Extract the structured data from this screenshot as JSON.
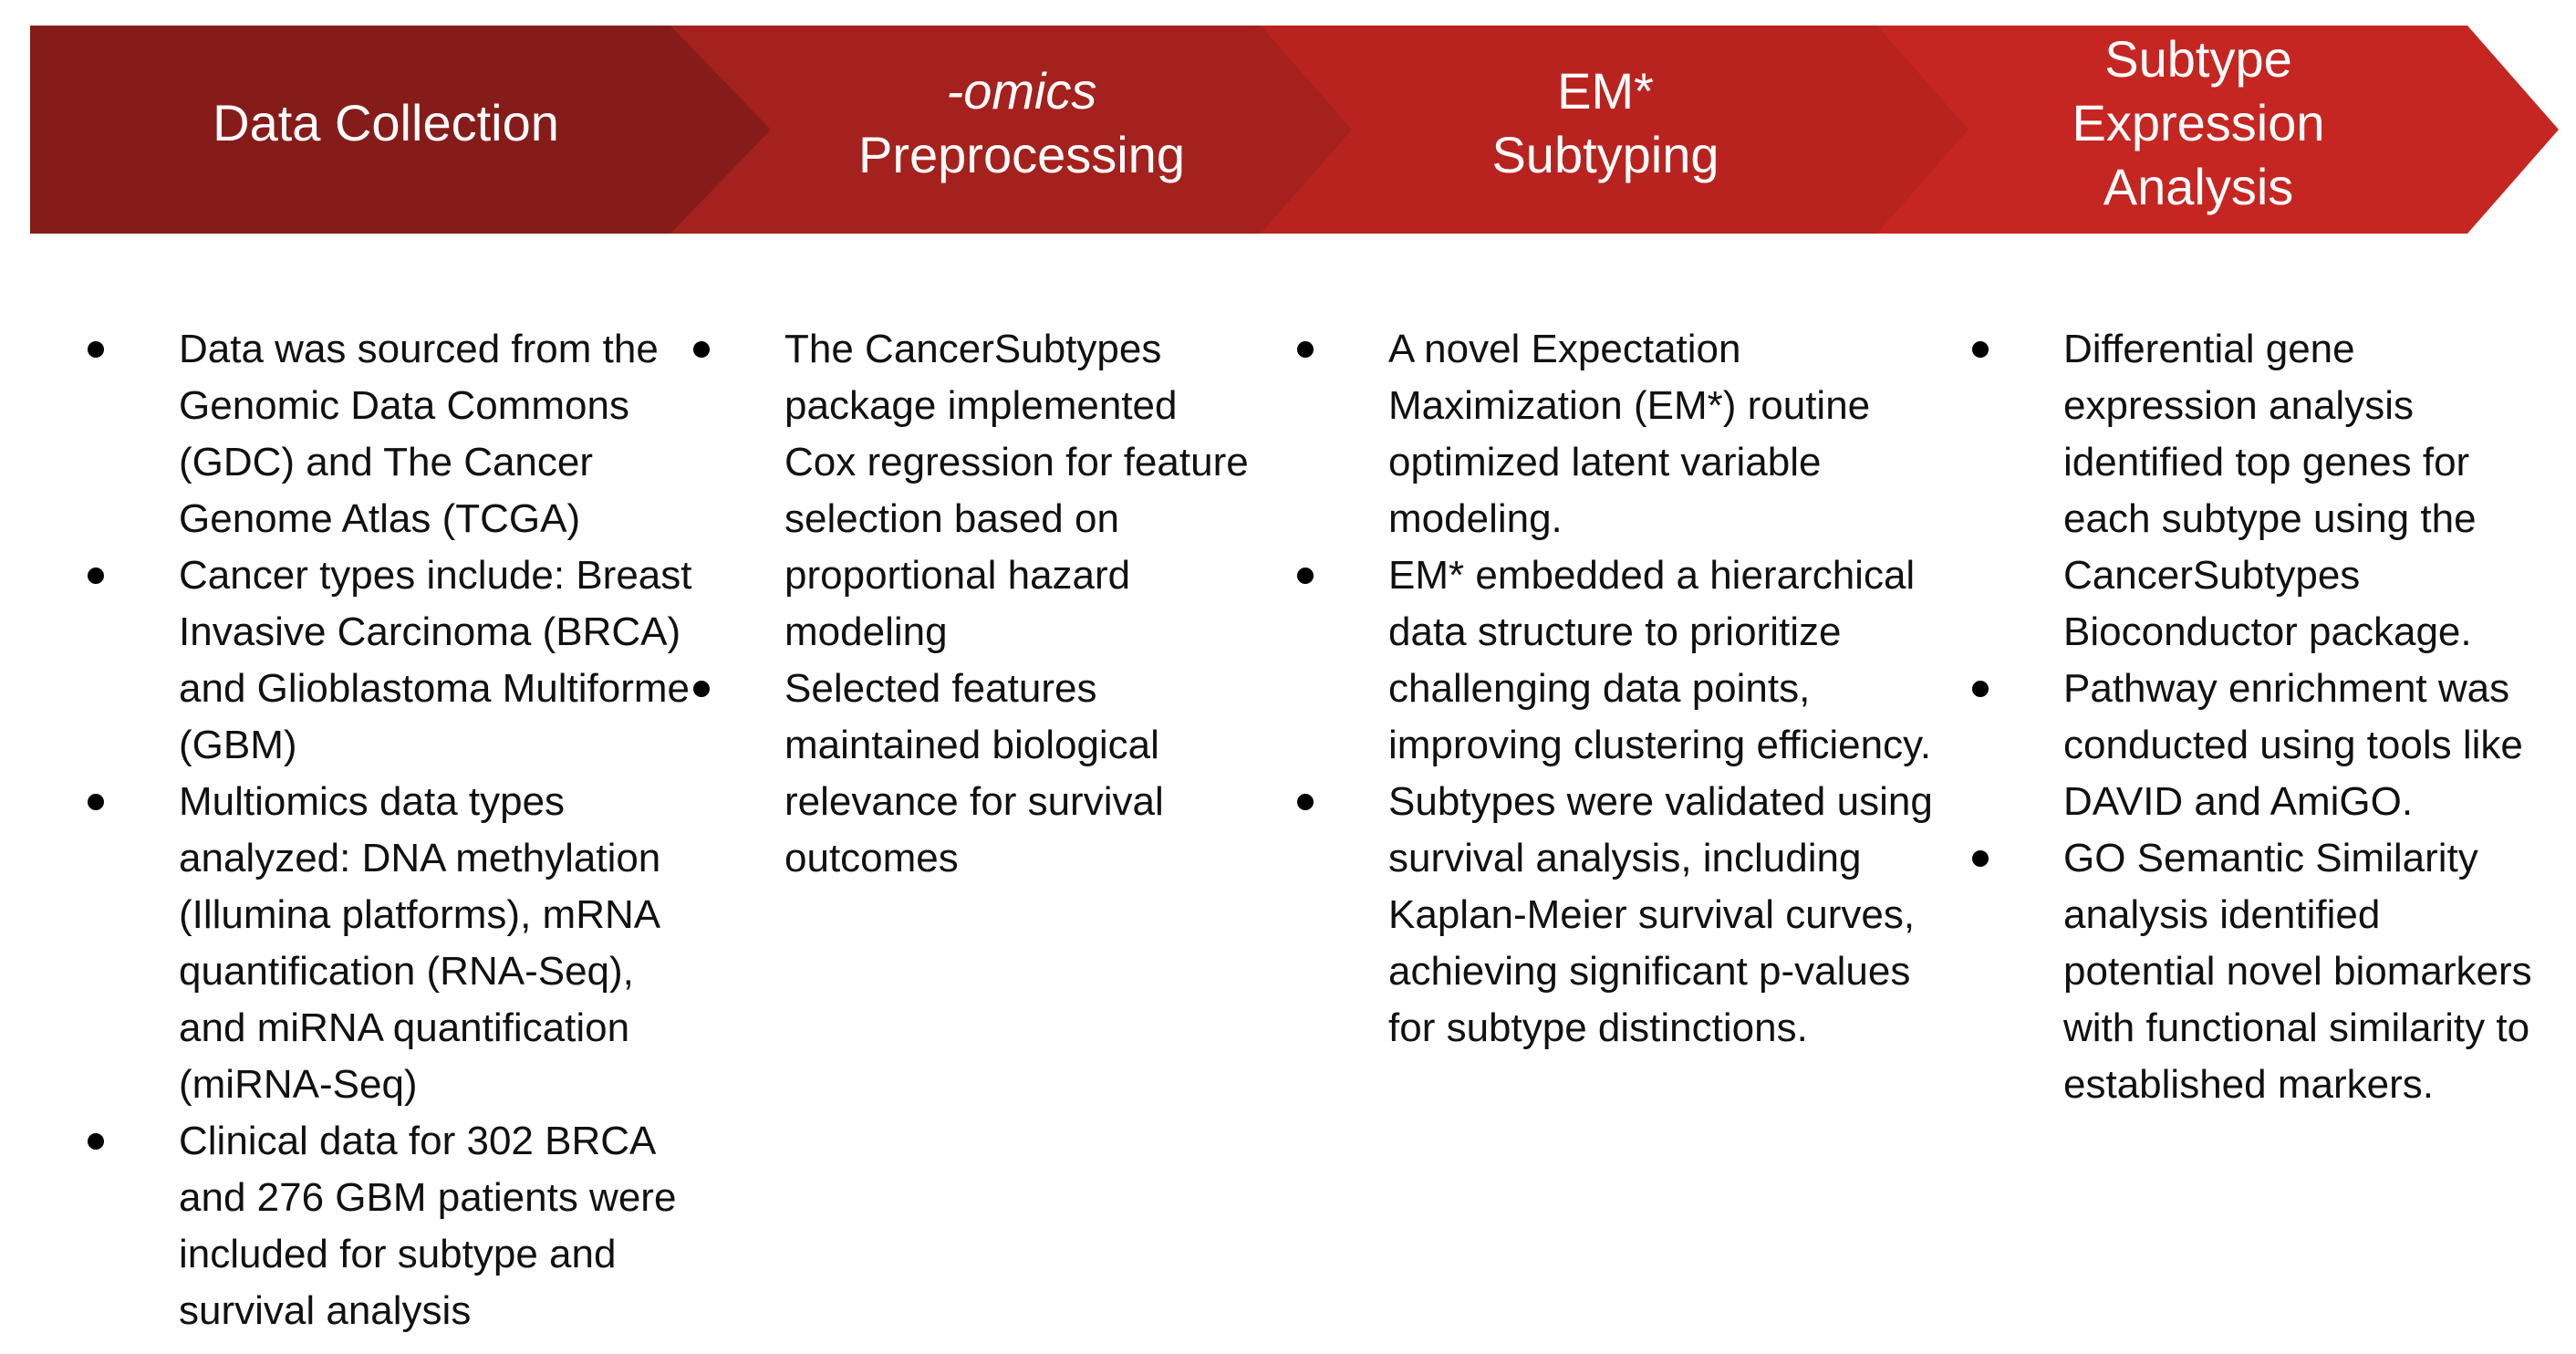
{
  "colors": {
    "stage1": "#861c1a",
    "stage2": "#a5211d",
    "stage3": "#b9231f",
    "stage4": "#c62621",
    "bullet": "#000000",
    "text": "#111111"
  },
  "stages": [
    {
      "title_lines": [
        "Data Collection"
      ],
      "bullets": [
        "Data was sourced from the Genomic Data Commons (GDC) and The Cancer Genome Atlas (TCGA)",
        "Cancer types include: Breast Invasive Carcinoma (BRCA) and Glioblastoma Multiforme (GBM)",
        "Multiomics data types analyzed: DNA methylation (Illumina platforms), mRNA quantification (RNA-Seq), and miRNA quantification (miRNA-Seq)",
        "Clinical data for 302 BRCA and 276 GBM patients were included for subtype and survival analysis"
      ]
    },
    {
      "title_lines": [
        "-omics",
        "Preprocessing"
      ],
      "bullets": [
        "The CancerSubtypes package implemented Cox regression for feature selection based on proportional hazard modeling",
        "Selected features maintained biological relevance for survival outcomes"
      ]
    },
    {
      "title_lines": [
        "EM*",
        "Subtyping"
      ],
      "bullets": [
        "A novel Expectation Maximization (EM*) routine optimized latent variable modeling.",
        "EM* embedded a hierarchical data structure to prioritize challenging data points, improving clustering efficiency.",
        "Subtypes were validated using survival analysis, including Kaplan-Meier survival curves, achieving significant p-values for subtype distinctions."
      ]
    },
    {
      "title_lines": [
        "Subtype",
        "Expression",
        "Analysis"
      ],
      "bullets": [
        "Differential gene expression analysis identified top genes for each subtype using the CancerSubtypes Bioconductor package.",
        "Pathway enrichment was conducted using tools like DAVID and AmiGO.",
        "GO Semantic Similarity analysis identified potential novel biomarkers with functional similarity to established markers."
      ]
    }
  ]
}
